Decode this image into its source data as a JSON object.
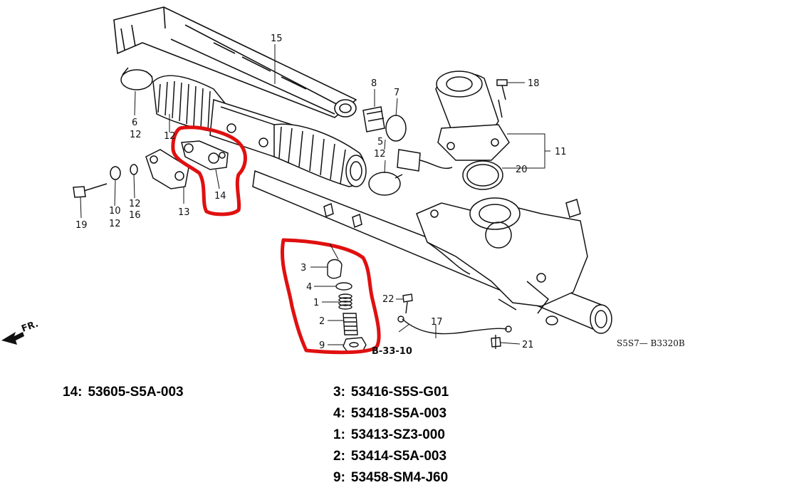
{
  "diagram": {
    "callouts": [
      "15",
      "8",
      "7",
      "18",
      "6",
      "12",
      "12",
      "5",
      "12",
      "11",
      "20",
      "14",
      "19",
      "10",
      "12",
      "12",
      "16",
      "13",
      "3",
      "4",
      "1",
      "2",
      "9",
      "22",
      "17",
      "21"
    ],
    "ref_label": "B-33-10",
    "code_label": "S5S7— B3320B",
    "fr_label": "FR.",
    "highlight_color": "#e01010"
  },
  "parts_list": {
    "left": [
      {
        "num": "14:",
        "part": "53605-S5A-003"
      }
    ],
    "right": [
      {
        "num": "3:",
        "part": "53416-S5S-G01"
      },
      {
        "num": "4:",
        "part": "53418-S5A-003"
      },
      {
        "num": "1:",
        "part": "53413-SZ3-000"
      },
      {
        "num": "2:",
        "part": "53414-S5A-003"
      },
      {
        "num": "9:",
        "part": "53458-SM4-J60"
      }
    ]
  }
}
